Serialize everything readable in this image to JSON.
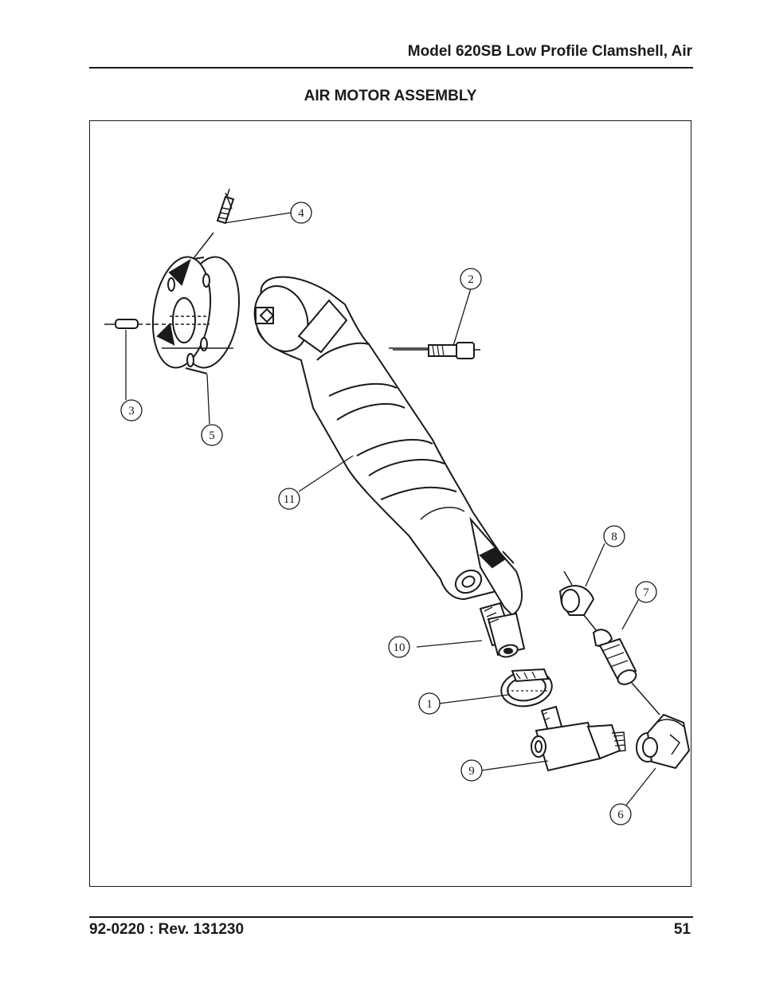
{
  "header": {
    "title": "Model 620SB Low Profile Clamshell, Air"
  },
  "section": {
    "title": "AIR MOTOR ASSEMBLY"
  },
  "figure": {
    "callouts": [
      "1",
      "2",
      "3",
      "4",
      "5",
      "6",
      "7",
      "8",
      "9",
      "10",
      "11"
    ]
  },
  "footer": {
    "doc_number": "92-0220 : Rev. 131230",
    "page_number": "51"
  }
}
